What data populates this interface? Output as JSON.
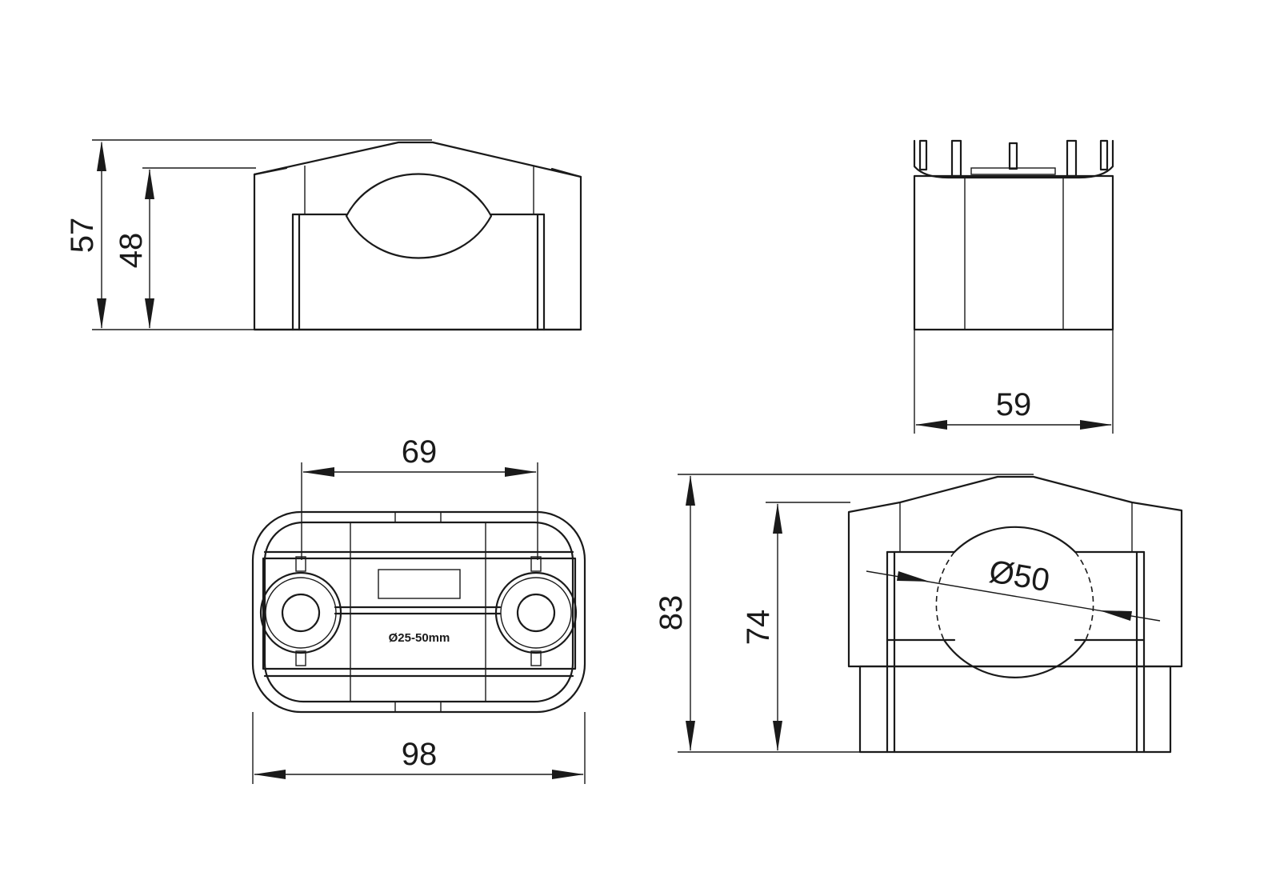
{
  "dimensions": {
    "side_total_height": "57",
    "side_body_height": "48",
    "end_width": "59",
    "hole_spacing": "69",
    "base_length": "98",
    "front_total_height": "83",
    "front_body_height": "74",
    "bore_diameter": "Ø50"
  },
  "labels": {
    "range_marking": "Ø25-50mm"
  },
  "colors": {
    "line": "#1a1a1a",
    "background": "#ffffff"
  }
}
